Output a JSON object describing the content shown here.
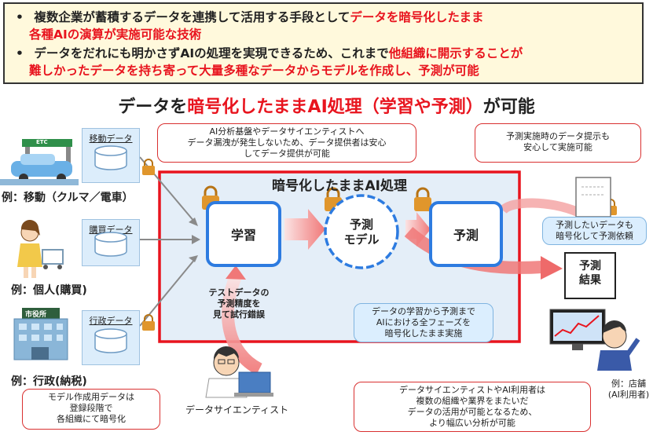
{
  "summary": {
    "bullet1_line1_plain": "複数企業が蓄積するデータを連携して活用する手段として",
    "bullet1_line1_red": "データを暗号化したまま",
    "bullet1_line2_red": "各種AIの演算が実施可能な技術",
    "bullet2_line1_plain": "データをだれにも明かさずAIの処理を実現できるため、これまで",
    "bullet2_line1_red": "他組織に開示することが",
    "bullet2_line2_red": "難しかったデータを持ち寄って大量多種なデータからモデルを作成し、予測が可能",
    "bullet": "•"
  },
  "title": {
    "part1": "データを",
    "part2": "暗号化したままAI処理（学習や予測）",
    "part3": "が可能"
  },
  "sources": [
    {
      "title": "移動データ",
      "caption": "例：移動（クルマ／電車）"
    },
    {
      "title": "購買データ",
      "caption": "例：個人(購買)"
    },
    {
      "title": "行政データ",
      "caption": "例：行政(納税)"
    }
  ],
  "city_hall_sign": "市役所",
  "etc_sign": "ETC",
  "panel": {
    "title": "暗号化したままAI処理",
    "learn": "学習",
    "model": "予測\nモデル",
    "predict": "予測",
    "trial": "テストデータの\n予測精度を\n見て試行錯誤"
  },
  "result": "予測\n結果",
  "callouts": {
    "top_left": "AI分析基盤やデータサイエンティストへ\nデータ漏洩が発生しないため、データ提供者は安心\nしてデータ提供が可能",
    "top_right": "予測実施時のデータ提示も\n安心して実施可能",
    "encrypt_request": "予測したいデータも\n暗号化して予測依頼",
    "phases": "データの学習から予測まで\nAIにおける全フェーズを\n暗号化したまま実施",
    "bottom_left": "モデル作成用データは\n登録段階で\n各組織にて暗号化",
    "bottom_right": "データサイエンティストやAI利用者は\n複数の組織や業界をまたいだ\nデータの活用が可能となるため、\nより幅広い分析が可能"
  },
  "people": {
    "scientist": "データサイエンティスト",
    "shop": "例：店舗\n(AI利用者)"
  },
  "colors": {
    "accent_red": "#e8141e",
    "node_blue": "#2d7be0",
    "panel_bg": "#e4eef8",
    "lock_orange": "#e0962c"
  }
}
